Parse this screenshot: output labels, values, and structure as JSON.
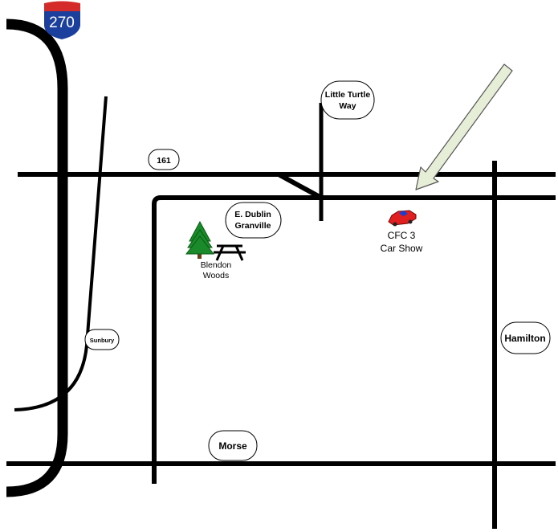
{
  "interstate": {
    "number": "270",
    "shield_blue": "#1a3f9c",
    "shield_red": "#d42a2a"
  },
  "roads": {
    "little_turtle": "Little Turtle Way",
    "little_turtle_line1": "Little Turtle",
    "little_turtle_line2": "Way",
    "route_161": "161",
    "e_dublin_line1": "E. Dublin",
    "e_dublin_line2": "Granville",
    "sunbury": "Sunbury",
    "hamilton": "Hamilton",
    "morse": "Morse"
  },
  "places": {
    "blendon_line1": "Blendon",
    "blendon_line2": "Woods",
    "event_line1": "CFC 3",
    "event_line2": "Car Show"
  },
  "icons": [
    "interstate-shield-icon",
    "pine-tree-icon",
    "picnic-table-icon",
    "car-icon",
    "arrow-pointer-icon"
  ],
  "colors": {
    "road": "#000000",
    "tree": "#1a8a2a",
    "car": "#e02020",
    "car_window": "#1a3fd0",
    "arrow_fill": "#e6eed8"
  }
}
